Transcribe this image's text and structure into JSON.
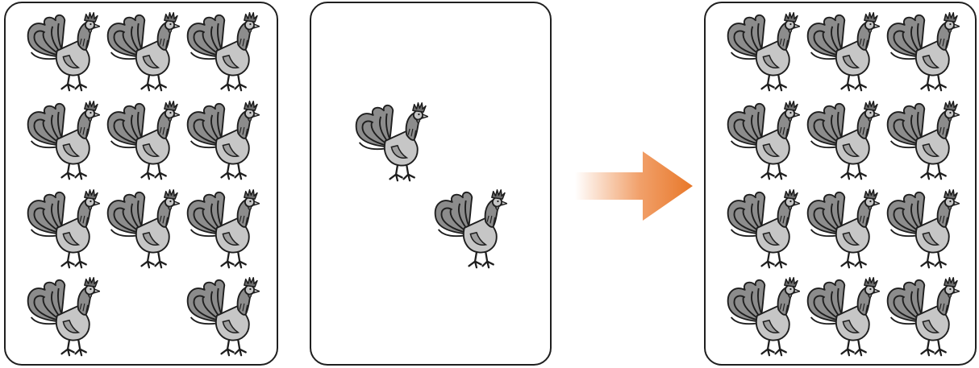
{
  "icons": {
    "rooster": "rooster-icon",
    "arrow": "right-arrow-icon"
  },
  "colors": {
    "panel_border": "#1f1f1f",
    "rooster_dark": "#8c8c8c",
    "rooster_light": "#c6c6c6",
    "rooster_outline": "#1e1e1e",
    "arrow_start": "#ffffff",
    "arrow_end": "#e8782a"
  },
  "panels": {
    "left": {
      "rooster_count": 11
    },
    "middle": {
      "rooster_count": 2
    },
    "right": {
      "rooster_count": 12
    }
  }
}
